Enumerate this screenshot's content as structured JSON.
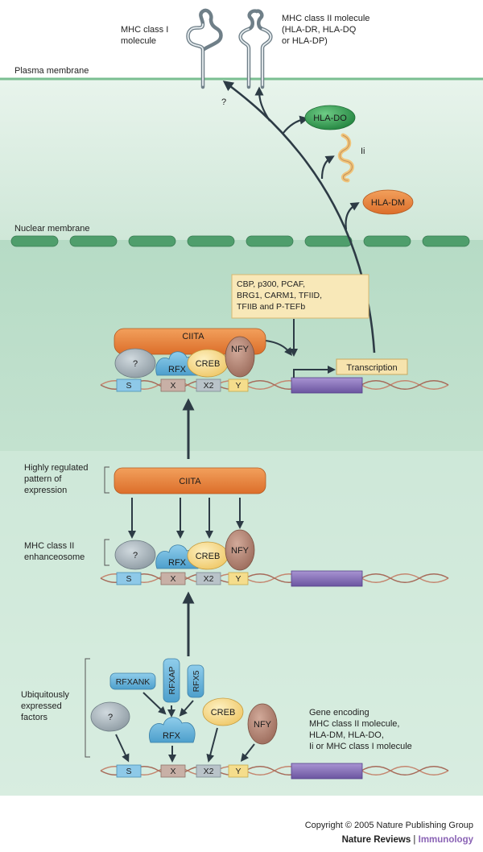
{
  "labels": {
    "mhc_class_i": [
      "MHC class I",
      "molecule"
    ],
    "mhc_class_ii": [
      "MHC class II molecule",
      "(HLA-DR, HLA-DQ",
      "or HLA-DP)"
    ],
    "plasma_membrane": "Plasma membrane",
    "nuclear_membrane": "Nuclear membrane",
    "question": "?",
    "hla_do": "HLA-DO",
    "ii": "Ii",
    "hla_dm": "HLA-DM",
    "coactivators": [
      "CBP, p300, PCAF,",
      "BRG1, CARM1, TFIID,",
      "TFIIB and P-TEFb"
    ],
    "ciita": "CIITA",
    "rfx": "RFX",
    "creb": "CREB",
    "nfy": "NFY",
    "transcription": "Transcription",
    "box_s": "S",
    "box_x": "X",
    "box_x2": "X2",
    "box_y": "Y",
    "highly_regulated": [
      "Highly regulated",
      "pattern of",
      "expression"
    ],
    "enhanceosome": [
      "MHC class II",
      "enhanceosome"
    ],
    "ubiquitous": [
      "Ubiquitously",
      "expressed",
      "factors"
    ],
    "rfxank": "RFXANK",
    "rfxap": "RFXAP",
    "rfx5": "RFX5",
    "gene_encoding": [
      "Gene encoding",
      "MHC class II molecule,",
      "HLA-DM, HLA-DO,",
      "Ii or MHC class I molecule"
    ]
  },
  "footer": {
    "copyright": "Copyright © 2005 Nature Publishing Group",
    "journal": "Nature Reviews",
    "separator": " | ",
    "subject": "Immunology"
  },
  "colors": {
    "cytoplasm": "#dbeee3",
    "nucleus": "#b7dcc6",
    "membrane": "#52a06f",
    "ciita": "#e8823a",
    "rfx": "#6db6db",
    "creb": "#f7d98a",
    "nfy": "#b88a7a",
    "unknown": "#a8b5bd",
    "gene": "#8a73b8",
    "hla_do": "#3aa05a",
    "hla_dm": "#ee8a46",
    "box_s": "#8ec9e8",
    "box_x": "#c8b0a6",
    "box_x2": "#b9c3c9",
    "box_y": "#f5dd8c",
    "transcription_box": "#f6e3ad",
    "journal_subject": "#8a63b5"
  }
}
